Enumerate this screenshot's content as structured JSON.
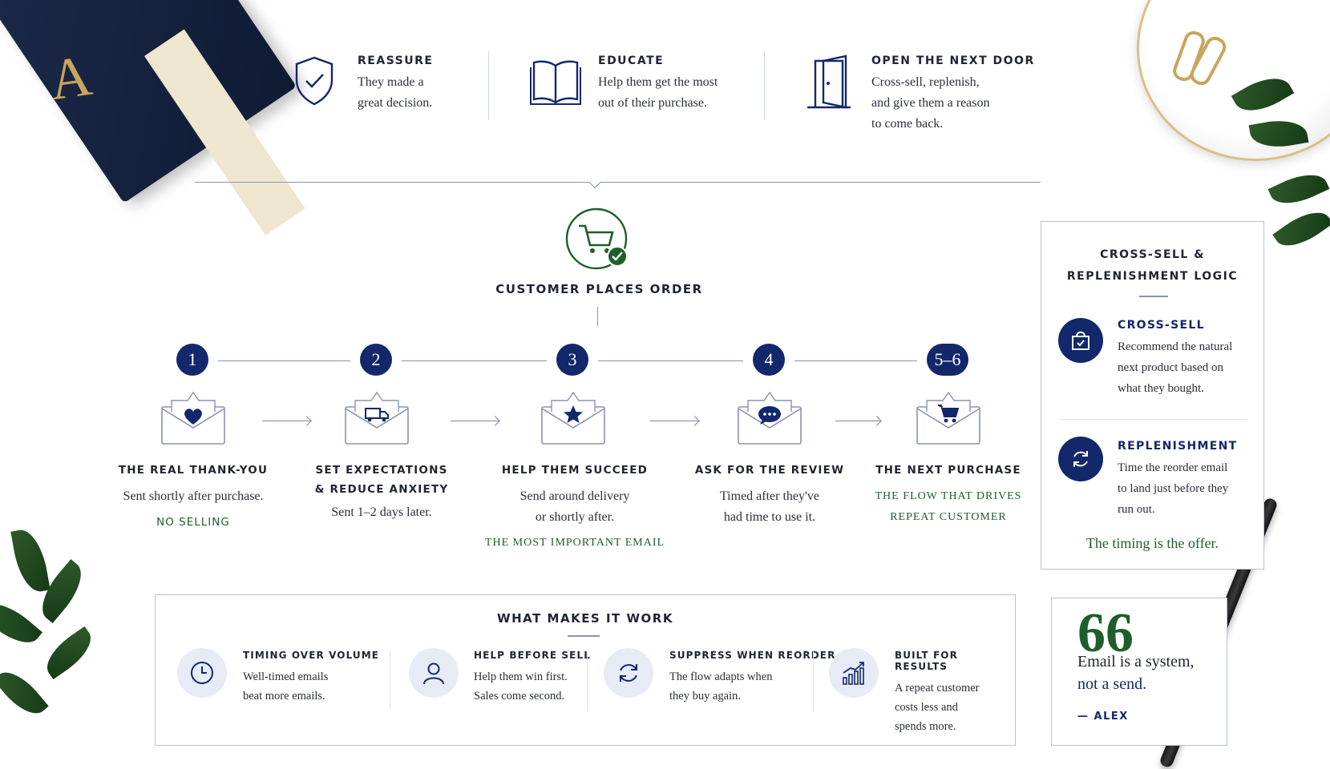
{
  "pillars": [
    {
      "title": "REASSURE",
      "lines": [
        "They made a",
        "great decision."
      ],
      "icon": "shield-check-icon"
    },
    {
      "title": "EDUCATE",
      "lines": [
        "Help them get the most",
        "out of their purchase."
      ],
      "icon": "open-book-icon"
    },
    {
      "title": "OPEN THE NEXT DOOR",
      "lines": [
        "Cross-sell, replenish,",
        "and give them a reason",
        "to come back."
      ],
      "icon": "open-door-icon"
    }
  ],
  "order": {
    "title": "CUSTOMER PLACES ORDER",
    "icon": "cart-check-icon"
  },
  "steps": [
    {
      "number": "1",
      "icon": "heart-envelope-icon",
      "title_lines": [
        "THE REAL THANK-YOU"
      ],
      "text_lines": [
        "Sent shortly after purchase."
      ],
      "note_lines": [
        "NO SELLING"
      ]
    },
    {
      "number": "2",
      "icon": "truck-envelope-icon",
      "title_lines": [
        "SET EXPECTATIONS",
        "& REDUCE ANXIETY"
      ],
      "text_lines": [
        "Sent 1–2 days later."
      ],
      "note_lines": []
    },
    {
      "number": "3",
      "icon": "star-envelope-icon",
      "title_lines": [
        "HELP THEM SUCCEED"
      ],
      "text_lines": [
        "Send around delivery",
        "or shortly after."
      ],
      "note_lines": [
        "THE MOST IMPORTANT EMAIL"
      ]
    },
    {
      "number": "4",
      "icon": "chat-envelope-icon",
      "title_lines": [
        "ASK FOR THE REVIEW"
      ],
      "text_lines": [
        "Timed after they've",
        "had time to use it."
      ],
      "note_lines": []
    },
    {
      "number": "5–6",
      "icon": "cart-envelope-icon",
      "title_lines": [
        "THE NEXT PURCHASE"
      ],
      "text_lines": [],
      "note_lines": [
        "THE FLOW THAT DRIVES",
        "REPEAT CUSTOMER"
      ]
    }
  ],
  "panel": {
    "title_lines": [
      "CROSS-SELL &",
      "REPLENISHMENT LOGIC"
    ],
    "items": [
      {
        "title": "CROSS-SELL",
        "lines": [
          "Recommend the natural",
          "next product based on",
          "what they bought."
        ],
        "icon": "shopping-bag-icon"
      },
      {
        "title": "REPLENISHMENT",
        "lines": [
          "Time the reorder email",
          "to land just before they",
          "run out."
        ],
        "icon": "refresh-icon"
      }
    ],
    "tagline": "The timing is the offer."
  },
  "work": {
    "title": "WHAT MAKES IT WORK",
    "items": [
      {
        "title": "TIMING OVER VOLUME",
        "lines": [
          "Well-timed emails",
          "beat more emails."
        ],
        "icon": "clock-icon"
      },
      {
        "title": "HELP BEFORE SELL",
        "lines": [
          "Help them win first.",
          "Sales come second."
        ],
        "icon": "person-icon"
      },
      {
        "title": "SUPPRESS WHEN REORDER",
        "lines": [
          "The flow adapts when",
          "they buy again."
        ],
        "icon": "cycle-icon"
      },
      {
        "title": "BUILT FOR RESULTS",
        "lines": [
          "A repeat customer",
          "costs less and",
          "spends more."
        ],
        "icon": "growth-chart-icon"
      }
    ]
  },
  "quote": {
    "mark": "66",
    "line1": "Email is a system,",
    "line2": "not a send.",
    "author": "— ALEX"
  },
  "decor": {
    "monogram": "A"
  },
  "colors": {
    "navy": "#12286b",
    "green": "#1f5e2a",
    "rule": "#8893b5",
    "border": "#b8c0d6",
    "soft": "#e6ebf6"
  }
}
